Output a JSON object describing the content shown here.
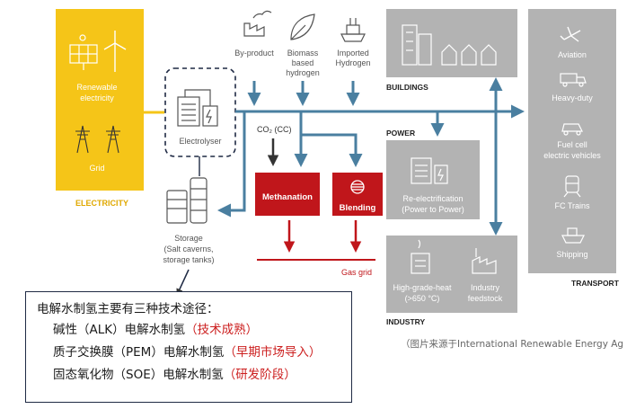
{
  "diagram": {
    "electricity": {
      "renewable_label_1": "Renewable",
      "renewable_label_2": "electricity",
      "grid_label": "Grid",
      "section_label": "ELECTRICITY"
    },
    "electrolyser_label": "Electrolyser",
    "sources": {
      "byproduct": "By-product",
      "biomass_1": "Biomass",
      "biomass_2": "based",
      "biomass_3": "hydrogen",
      "imported_1": "Imported",
      "imported_2": "Hydrogen"
    },
    "co2_label": "CO₂ (CC)",
    "methanation_label": "Methanation",
    "blending_label": "Blending",
    "gas_grid_label": "Gas grid",
    "storage": {
      "line1": "Storage",
      "line2": "(Salt caverns,",
      "line3": "storage tanks)"
    },
    "buildings_label": "BUILDINGS",
    "power": {
      "section_label": "POWER",
      "line1": "Re-electrification",
      "line2": "(Power to Power)"
    },
    "industry": {
      "section_label": "INDUSTRY",
      "heat_1": "High-grade-heat",
      "heat_2": "(>650 °C)",
      "feed_1": "Industry",
      "feed_2": "feedstock"
    },
    "transport": {
      "section_label": "TRANSPORT",
      "aviation": "Aviation",
      "heavy_duty": "Heavy-duty",
      "fuel_cell_1": "Fuel cell",
      "fuel_cell_2": "electric vehicles",
      "fc_trains": "FC Trains",
      "shipping": "Shipping"
    },
    "colors": {
      "electricity_yellow": "#f5c518",
      "panel_gray": "#b3b3b3",
      "arrow_blue": "#4a7fa0",
      "process_red": "#c0161b"
    }
  },
  "note": {
    "title": "电解水制氢主要有三种技术途径：",
    "items": [
      {
        "text": "碱性（ALK）电解水制氢",
        "status": "（技术成熟）"
      },
      {
        "text": "质子交换膜（PEM）电解水制氢",
        "status": "（早期市场导入）"
      },
      {
        "text": "固态氧化物（SOE）电解水制氢",
        "status": "（研发阶段）"
      }
    ]
  },
  "source_note": "（图片来源于International Renewable Energy Ag"
}
